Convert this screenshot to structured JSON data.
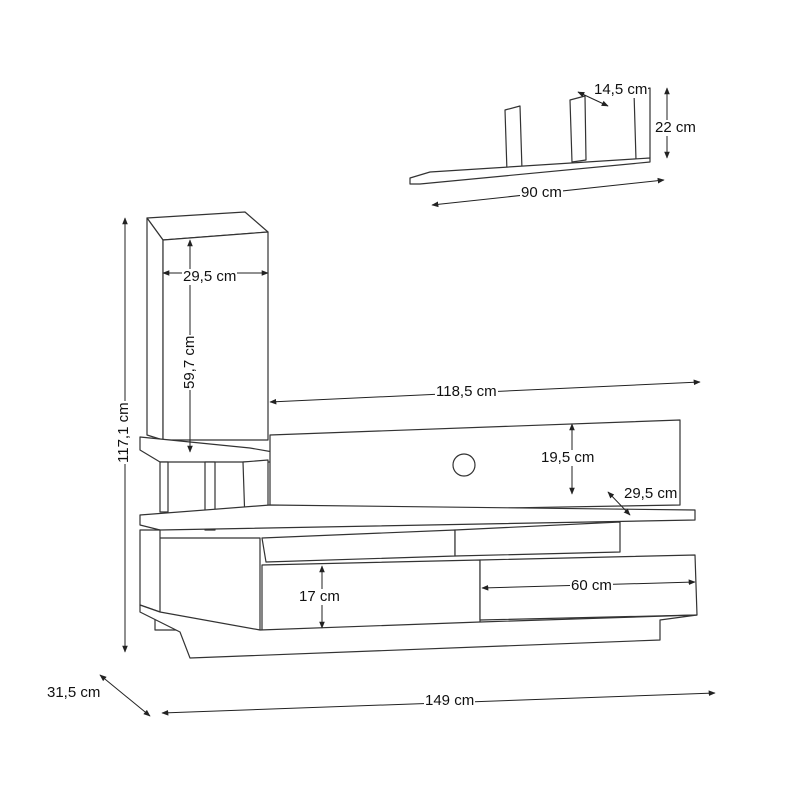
{
  "wall_shelf": {
    "depth": "14,5 cm",
    "height": "22 cm",
    "width": "90 cm"
  },
  "tower": {
    "inner_width": "29,5 cm",
    "inner_height": "59,7 cm"
  },
  "overall": {
    "height": "117,1 cm",
    "width": "149 cm",
    "depth": "31,5 cm"
  },
  "tv_unit": {
    "back_panel_width": "118,5 cm",
    "back_panel_height": "19,5 cm",
    "shelf_depth": "29,5 cm",
    "drawer_width": "60 cm",
    "drawer_height": "17 cm"
  }
}
